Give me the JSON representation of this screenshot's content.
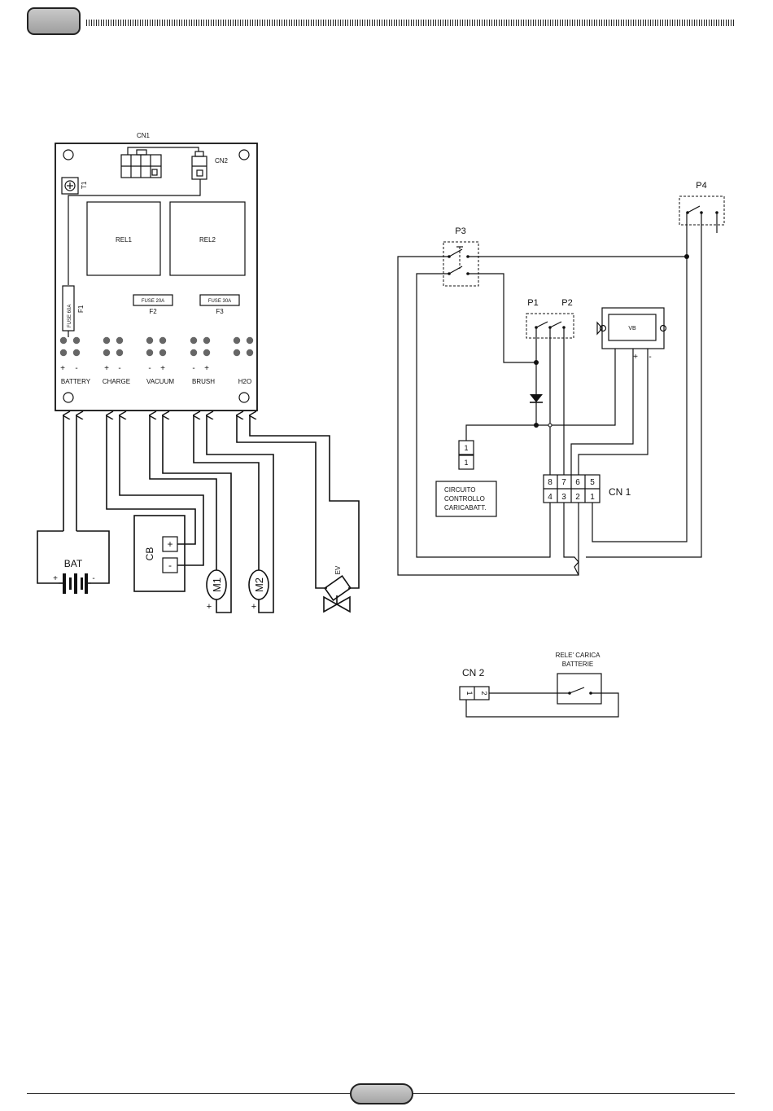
{
  "board": {
    "cn1": "CN1",
    "cn2": "CN2",
    "t1": "T1",
    "rel1": "REL1",
    "rel2": "REL2",
    "fuse_f1": "FUSE 60A",
    "f1": "F1",
    "fuse_f2": "FUSE 20A",
    "f2": "F2",
    "fuse_f3": "FUSE 30A",
    "f3": "F3",
    "terminals": [
      {
        "label": "BATTERY",
        "left_sign": "+",
        "right_sign": "-"
      },
      {
        "label": "CHARGE",
        "left_sign": "+",
        "right_sign": "-"
      },
      {
        "label": "VACUUM",
        "left_sign": "-",
        "right_sign": "+"
      },
      {
        "label": "BRUSH",
        "left_sign": "-",
        "right_sign": "+"
      },
      {
        "label": "H2O",
        "left_sign": "",
        "right_sign": ""
      }
    ]
  },
  "loads": {
    "bat": "BAT",
    "bat_plus": "+",
    "bat_minus": "-",
    "cb": "CB",
    "cb_plus": "+",
    "cb_minus": "-",
    "m1": "M1",
    "m1_plus": "+",
    "m2": "M2",
    "m2_plus": "+",
    "ev": "EV"
  },
  "control": {
    "p3": "P3",
    "p4": "P4",
    "p1": "P1",
    "p2": "P2",
    "vb": "VB",
    "vb_plus": "+",
    "vb_minus": "-",
    "connector_top": "1",
    "connector_bottom": "1",
    "circuit_lines": [
      "CIRCUITO",
      "CONTROLLO",
      "CARICABATT."
    ],
    "cn1": "CN 1",
    "cn1_pins_top": [
      "8",
      "7",
      "6",
      "5"
    ],
    "cn1_pins_bottom": [
      "4",
      "3",
      "2",
      "1"
    ]
  },
  "relay": {
    "cn2": "CN 2",
    "pins": [
      "1",
      "2"
    ],
    "title_lines": [
      "RELE' CARICA",
      "BATTERIE"
    ]
  }
}
